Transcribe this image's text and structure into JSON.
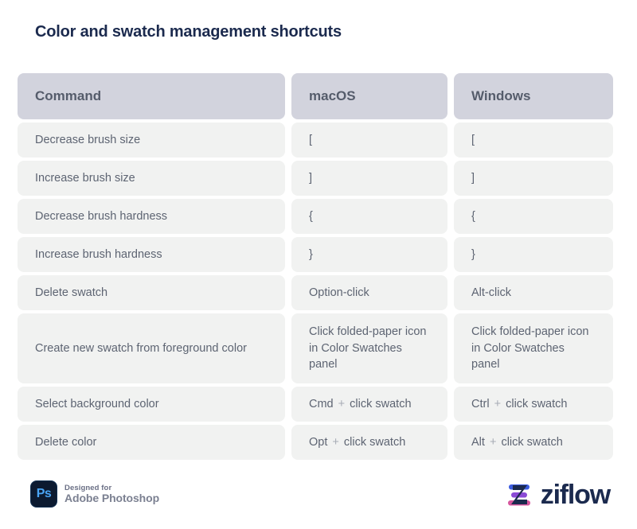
{
  "page": {
    "title": "Color and swatch management shortcuts",
    "background": "#ffffff",
    "title_color": "#1b2a4e"
  },
  "table": {
    "header_bg": "#d2d3dd",
    "row_bg": "#f1f2f1",
    "text_color": "#5d6472",
    "columns": [
      {
        "key": "command",
        "label": "Command"
      },
      {
        "key": "macos",
        "label": "macOS"
      },
      {
        "key": "windows",
        "label": "Windows"
      }
    ],
    "rows": [
      {
        "command": "Decrease brush size",
        "macos": "[",
        "windows": "[",
        "tall": false
      },
      {
        "command": "Increase brush size",
        "macos": "]",
        "windows": "]",
        "tall": false
      },
      {
        "command": "Decrease brush hardness",
        "macos": "{",
        "windows": "{",
        "tall": false
      },
      {
        "command": "Increase brush hardness",
        "macos": "}",
        "windows": "}",
        "tall": false
      },
      {
        "command": "Delete swatch",
        "macos": "Option-click",
        "windows": "Alt-click",
        "tall": false
      },
      {
        "command": "Create new swatch from foreground color",
        "macos": "Click folded-paper icon in Color Swatches panel",
        "windows": "Click folded-paper icon in Color Swatches panel",
        "tall": true
      },
      {
        "command": "Select background color",
        "macos": "Cmd + click swatch",
        "windows": "Ctrl + click swatch",
        "tall": false
      },
      {
        "command": "Delete color",
        "macos": "Opt + click swatch",
        "windows": "Alt + click swatch",
        "tall": false
      }
    ]
  },
  "footer": {
    "photoshop": {
      "icon_label": "Ps",
      "designed_for": "Designed for",
      "product_name": "Adobe Photoshop",
      "icon_bg": "#0c1a30",
      "icon_text_color": "#4aa5f5",
      "text_color": "#7b8091"
    },
    "ziflow": {
      "wordmark": "ziflow",
      "wordmark_color": "#1b2a4e",
      "bar_top_color": "#3b5ce0",
      "bar_mid_color": "#8b4bd6",
      "bar_bottom_color": "#d6569e",
      "z_color": "#1b2a4e"
    }
  }
}
